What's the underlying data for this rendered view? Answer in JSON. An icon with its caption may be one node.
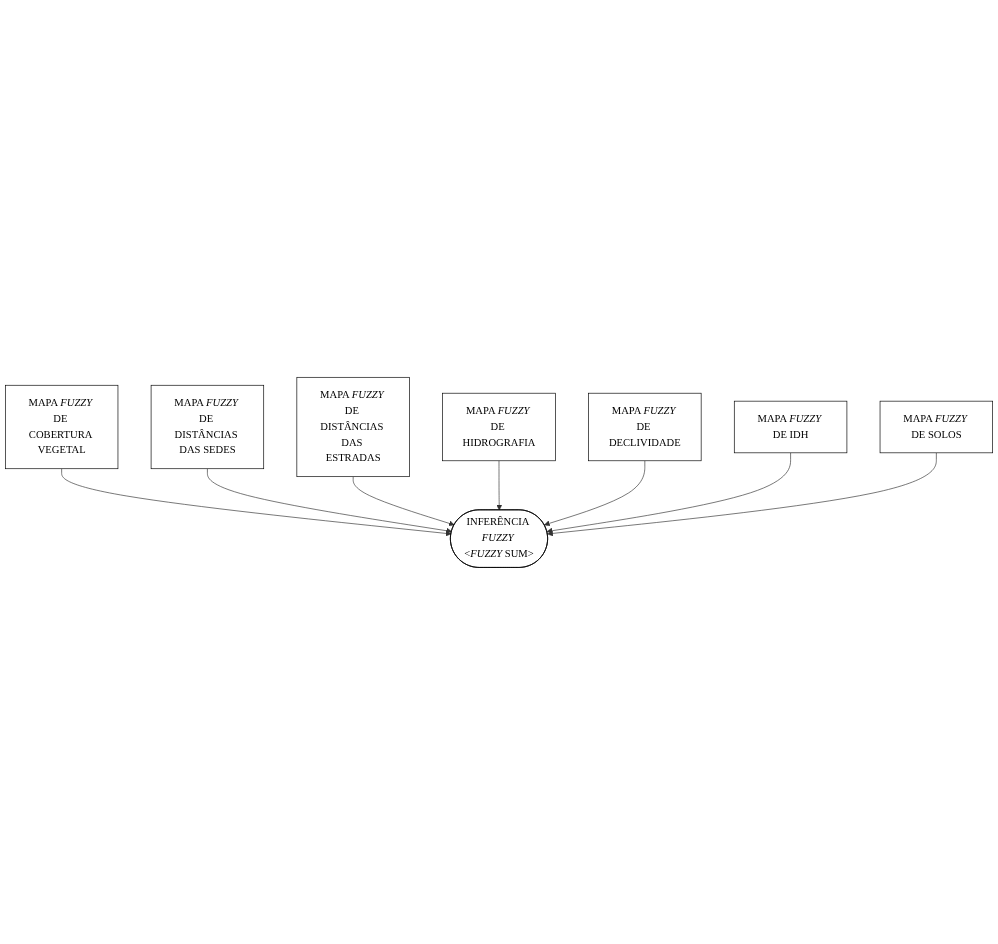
{
  "diagram": {
    "nodes": [
      {
        "text": [
          "MAPA *FUZZY* DE COBERTURA VEGETAL"
        ]
      },
      {
        "text": [
          "MAPA *FUZZY* DE DISTÂNCIAS DAS SEDES"
        ]
      },
      {
        "text": [
          "MAPA *FUZZY* DE DISTÂNCIAS DAS ESTRADAS"
        ]
      },
      {
        "text": [
          "MAPA *FUZZY* DE HIDROGRAFIA"
        ]
      },
      {
        "text": [
          "MAPA *FUZZY* DE DECLIVIDADE"
        ]
      },
      {
        "text": [
          "MAPA *FUZZY* DE IDH"
        ]
      },
      {
        "text": [
          "MAPA *FUZZY* DE SOLOS"
        ]
      },
      {
        "text": [
          "INFERÊNCIA *FUZZY* <*FUZZY* SUM>"
        ]
      }
    ],
    "edges": [
      {
        "from": 0,
        "to": 7,
        "arrow": "to"
      },
      {
        "from": 1,
        "to": 7,
        "arrow": "to"
      },
      {
        "from": 2,
        "to": 7,
        "arrow": "to"
      },
      {
        "from": 3,
        "to": 7,
        "arrow": "to"
      },
      {
        "from": 4,
        "to": 7,
        "arrow": "to"
      },
      {
        "from": 5,
        "to": 7,
        "arrow": "to"
      },
      {
        "from": 6,
        "to": 7,
        "arrow": "to"
      }
    ]
  }
}
